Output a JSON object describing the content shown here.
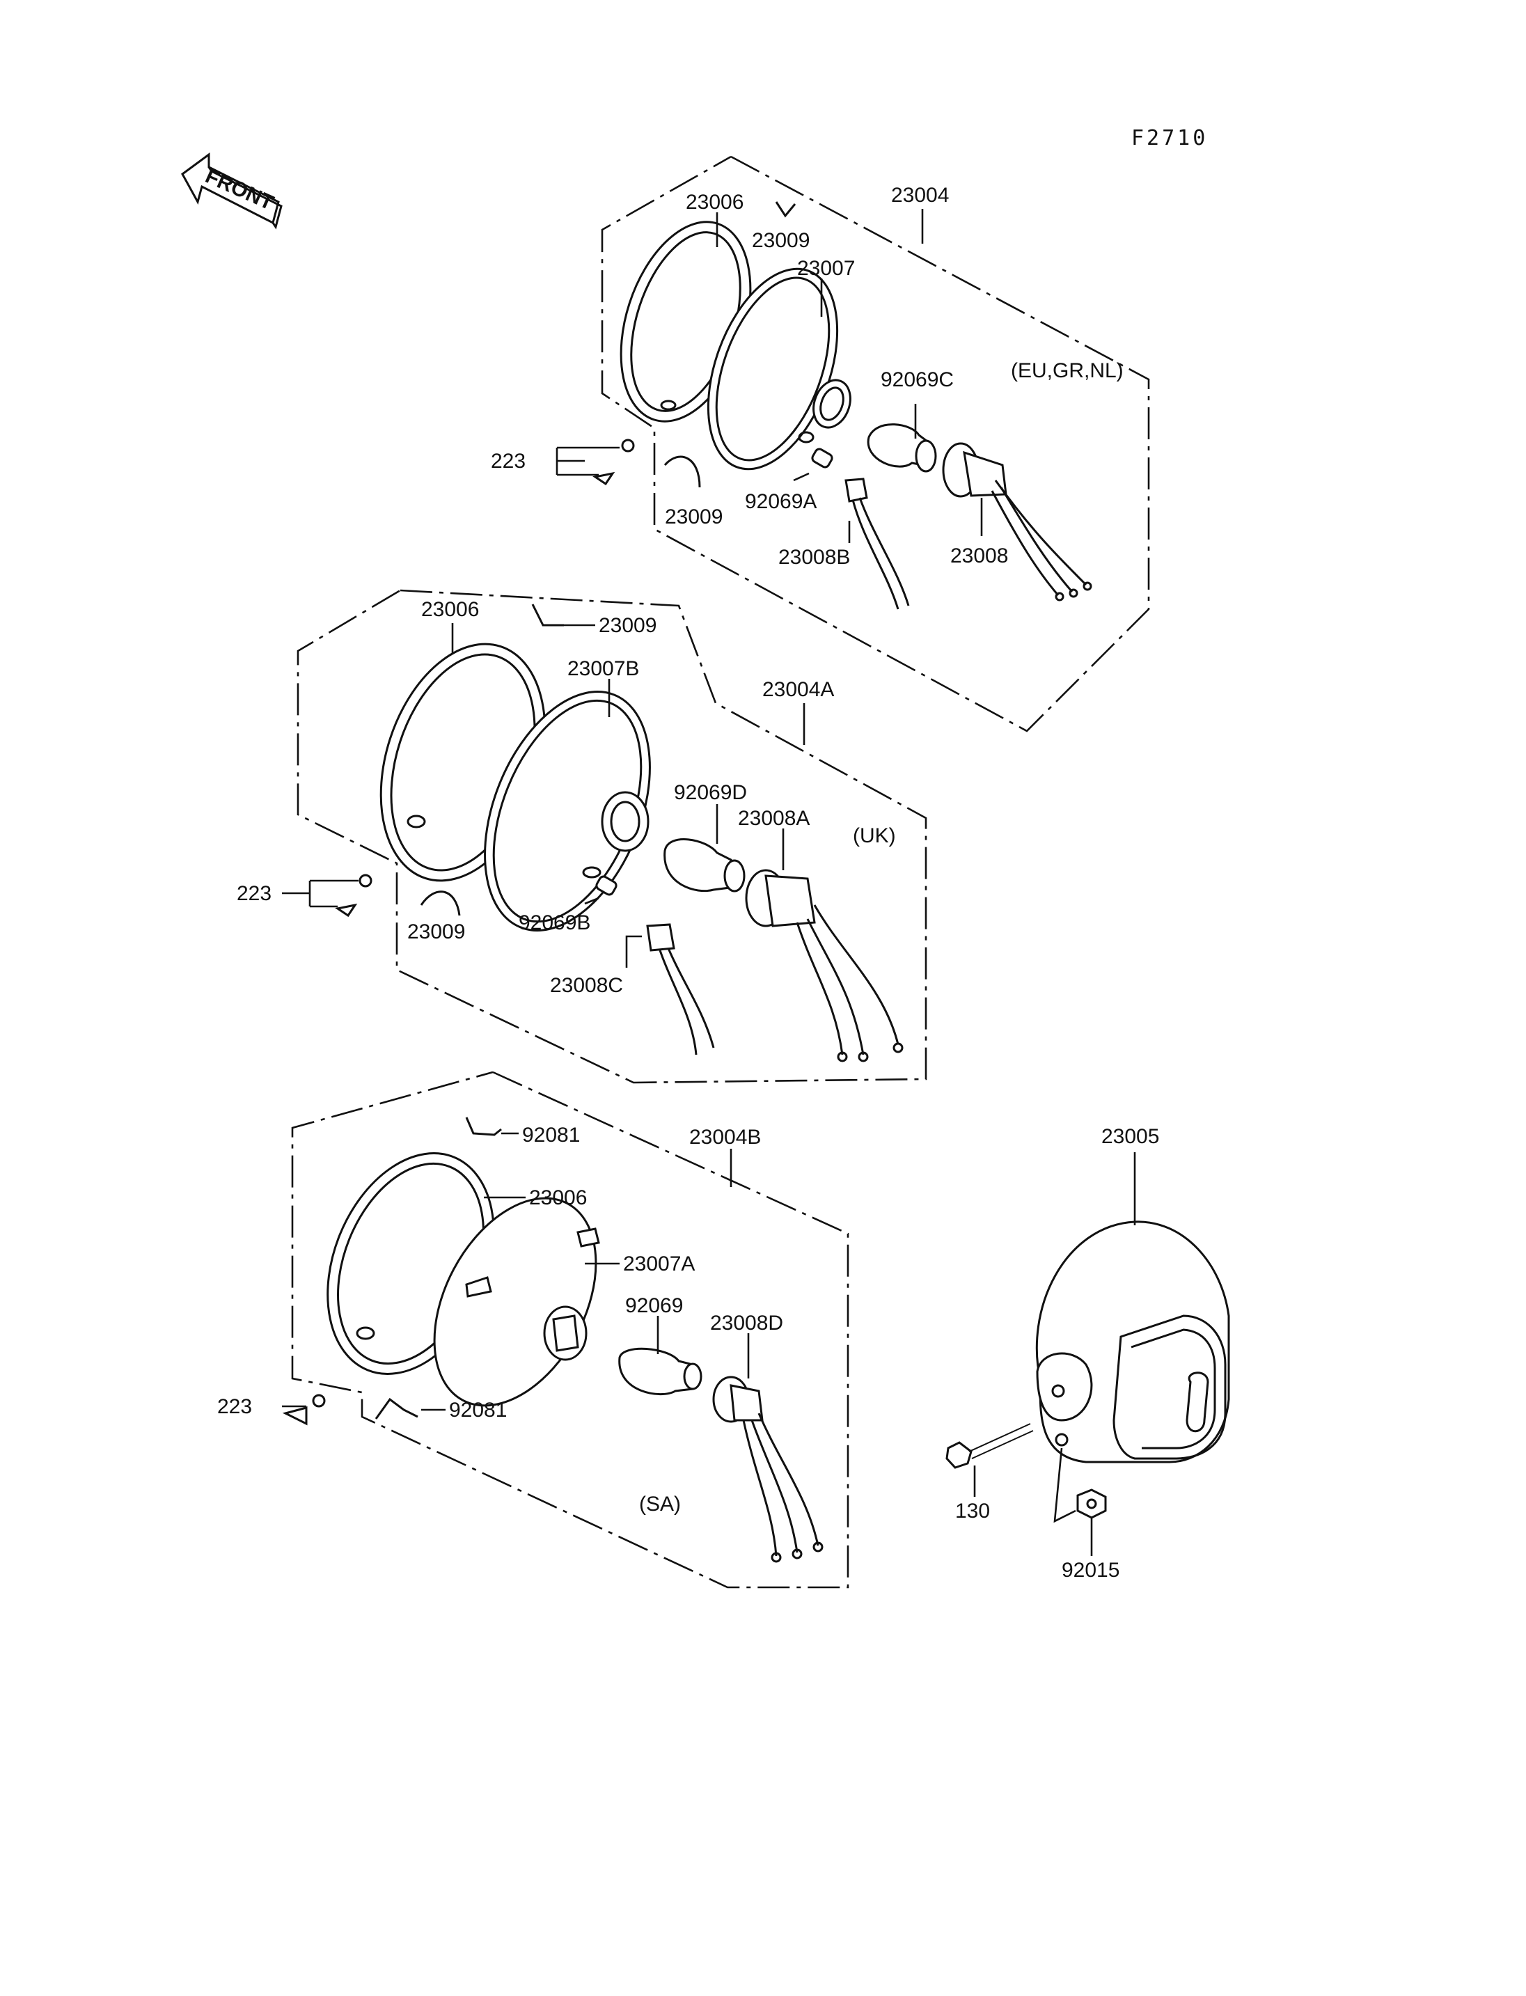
{
  "figure_code": "F2710",
  "front_label": "FRONT",
  "groups": {
    "top": {
      "assembly": "23004",
      "region": "(EU,GR,NL)",
      "labels": {
        "rim": "23006",
        "spring_top": "23009",
        "unit": "23007",
        "bulb_main": "92069C",
        "screw": "223",
        "spring_bottom": "23009",
        "bulb_pilot": "92069A",
        "socket_pilot": "23008B",
        "socket_main": "23008"
      }
    },
    "middle": {
      "assembly": "23004A",
      "region": "(UK)",
      "labels": {
        "rim": "23006",
        "spring_top": "23009",
        "unit": "23007B",
        "bulb_main": "92069D",
        "socket_main": "23008A",
        "screw": "223",
        "spring_bottom": "23009",
        "bulb_pilot": "92069B",
        "socket_pilot": "23008C"
      }
    },
    "bottom": {
      "assembly": "23004B",
      "region": "(SA)",
      "labels": {
        "spring_top": "92081",
        "rim": "23006",
        "unit": "23007A",
        "bulb_main": "92069",
        "socket_main": "23008D",
        "screw": "223",
        "spring_bottom": "92081"
      }
    },
    "housing": {
      "housing": "23005",
      "bolt": "130",
      "nut": "92015"
    }
  }
}
